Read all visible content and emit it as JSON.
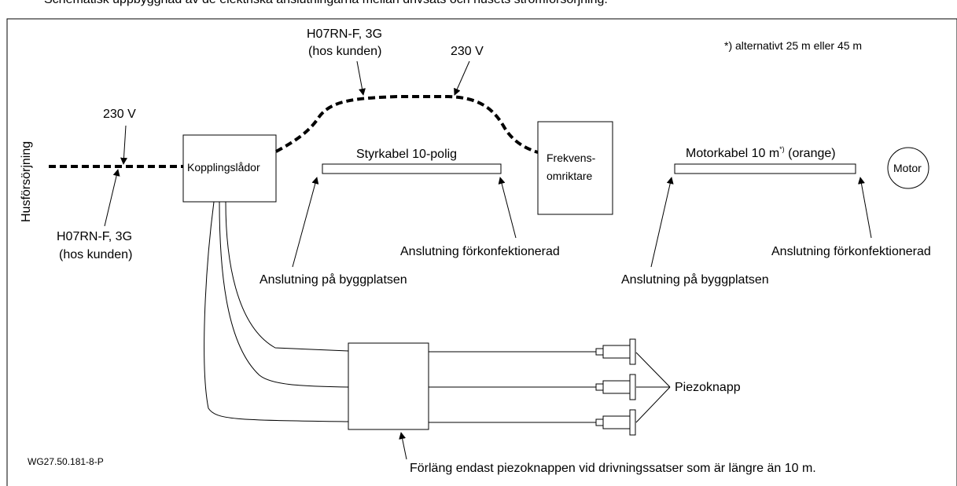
{
  "caption_top": "Schematisk uppbyggnad av de elektriska anslutningarna mellan drivsats och husets strömförsörjning.",
  "labels": {
    "husforsorjning": "Husförsörjning",
    "v230_left": "230 V",
    "v230_top": "230 V",
    "h07_left_l1": "H07RN-F, 3G",
    "h07_left_l2": "(hos kunden)",
    "h07_top_l1": "H07RN-F, 3G",
    "h07_top_l2": "(hos kunden)",
    "alternativ_note": "*) alternativt 25 m eller 45 m",
    "kopplingslador": "Kopplingslådor",
    "styrkabel": "Styrkabel 10-polig",
    "frekvens_l1": "Frekvens-",
    "frekvens_l2": "omriktare",
    "motorkabel_pre": "Motorkabel 10 m",
    "motorkabel_sup": "*)",
    "motorkabel_post": " (orange)",
    "motor": "Motor",
    "ansl_bygg_1": "Anslutning på byggplatsen",
    "ansl_fork_1": "Anslutning förkonfektionerad",
    "ansl_bygg_2": "Anslutning på byggplatsen",
    "ansl_fork_2": "Anslutning förkonfektionerad",
    "piezoknapp": "Piezoknapp",
    "forlang_note": "Förläng endast piezoknappen vid drivningssatser som är längre än 10 m.",
    "figure_id": "WG27.50.181-8-P"
  }
}
